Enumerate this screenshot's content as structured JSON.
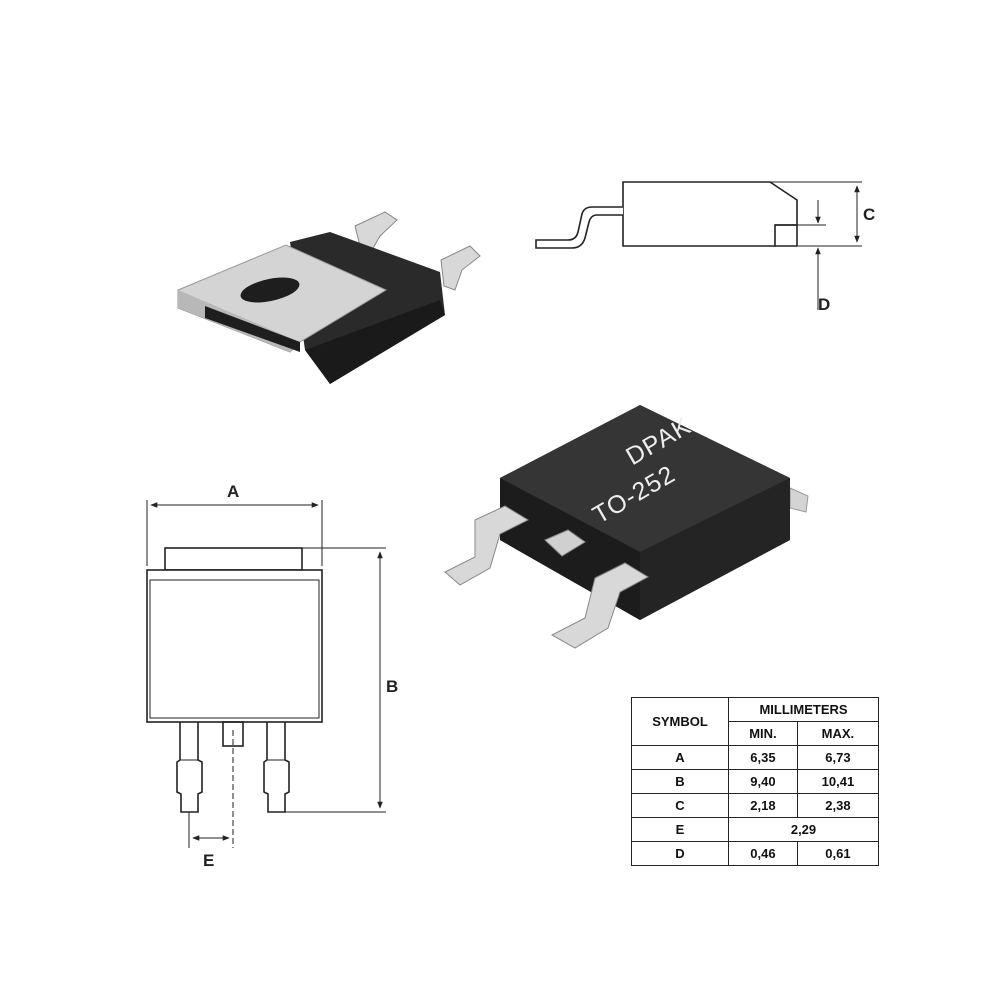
{
  "package": {
    "name_line1": "DPAK",
    "name_line2": "TO-252"
  },
  "dimension_labels": {
    "A": "A",
    "B": "B",
    "C": "C",
    "D": "D",
    "E": "E"
  },
  "table": {
    "symbol_header": "SYMBOL",
    "unit_header": "MILLIMETERS",
    "min_header": "MIN.",
    "max_header": "MAX.",
    "rows": [
      {
        "symbol": "A",
        "min": "6,35",
        "max": "6,73"
      },
      {
        "symbol": "B",
        "min": "9,40",
        "max": "10,41"
      },
      {
        "symbol": "C",
        "min": "2,18",
        "max": "2,38"
      },
      {
        "symbol": "E",
        "value": "2,29"
      },
      {
        "symbol": "D",
        "min": "0,46",
        "max": "0,61"
      }
    ]
  },
  "colors": {
    "body": "#2a2a2a",
    "metal": "#d4d4d4",
    "line": "#222222"
  }
}
